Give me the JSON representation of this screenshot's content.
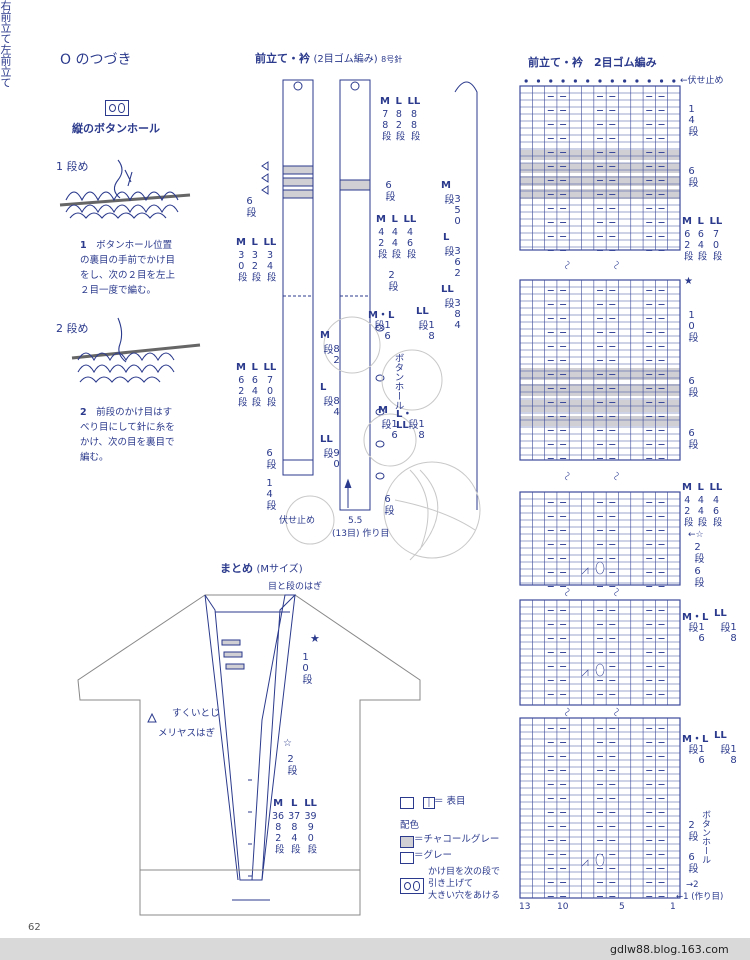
{
  "page": {
    "number": "62",
    "watermark": "gdlw88.blog.163.com"
  },
  "left": {
    "title": "O のつづき",
    "buttonhole_title": "縦のボタンホール",
    "row1_label": "1 段め",
    "step1_num": "1",
    "step1_text": [
      "ボタンホール位置",
      "の裏目の手前でかけ目",
      "をし、次の２目を左上",
      "２目一度で編む。"
    ],
    "row2_label": "2 段め",
    "step2_num": "2",
    "step2_text": [
      "前段のかけ目はす",
      "べり目にして針に糸を",
      "かけ、次の目を裏目で",
      "編む。"
    ]
  },
  "band": {
    "title": "前立て・衿",
    "subtitle": "(2目ゴム編み)",
    "needle": "8号針",
    "right_label": "右前立て",
    "left_label": "左前立て",
    "bind_off": "伏せ止め",
    "cast_on_num": "5.5",
    "cast_on_label": "(13目) 作り目",
    "sizes": [
      "M",
      "L",
      "LL"
    ],
    "size_ml": "M・L",
    "size_lll": "L・LL",
    "buttonhole": "ボタンホール",
    "rows_top": [
      "78段",
      "82段",
      "88段"
    ],
    "rows_6": "6段",
    "rows_mid_right": [
      "42段",
      "44段",
      "46段"
    ],
    "rows_2": "2段",
    "rows_16_18": [
      "16段",
      "18段"
    ],
    "rows_82_84_90": [
      "82段",
      "84段",
      "90段"
    ],
    "rows_16_18b": [
      "16段",
      "18段"
    ],
    "rows_left_a": [
      "30段",
      "32段",
      "34段"
    ],
    "rows_left_b": [
      "62段",
      "64段",
      "70段"
    ],
    "rows_14": "14段",
    "total_M": "350段",
    "total_L": "362段",
    "total_LL": "384段"
  },
  "assembly": {
    "title": "まとめ",
    "size": "(Mサイズ)",
    "graft_label": "目と段のはぎ",
    "slip_label": "すくいとじ",
    "stockinette_label": "メリヤスはぎ",
    "rows_10": "10段",
    "rows_2": "2段",
    "sizes": [
      "M",
      "L",
      "LL"
    ],
    "widths": [
      "36",
      "37",
      "39"
    ],
    "rows": [
      "82段",
      "84段",
      "90段"
    ]
  },
  "legend": {
    "knit": "＝ 表目",
    "color_title": "配色",
    "charcoal": "＝チャコールグレー",
    "gray": "＝グレー",
    "yo_text": [
      "かけ目を次の段で",
      "引き上げて",
      "大きい穴をあける"
    ]
  },
  "chart": {
    "title": "前立て・衿　2目ゴム編み",
    "bind_off": "←伏せ止め",
    "rows_14": "14段",
    "rows_6": "6段",
    "sizes": [
      "M",
      "L",
      "LL"
    ],
    "sizes_ml": "M・L",
    "rows_a": [
      "62段",
      "64段",
      "70段"
    ],
    "rows_10": "10段",
    "rows_b": [
      "42段",
      "44段",
      "46段"
    ],
    "rows_2": "2段",
    "rows_16_18": [
      "16段",
      "18段"
    ],
    "buttonhole": "ボタンホール",
    "row_2_marker": "→2",
    "row_1_marker": "←1 (作り目)",
    "x_ticks": [
      "13",
      "10",
      "5",
      "1"
    ],
    "colors": {
      "charcoal": "#cfcfd4",
      "grid": "#3b4a9a"
    }
  }
}
